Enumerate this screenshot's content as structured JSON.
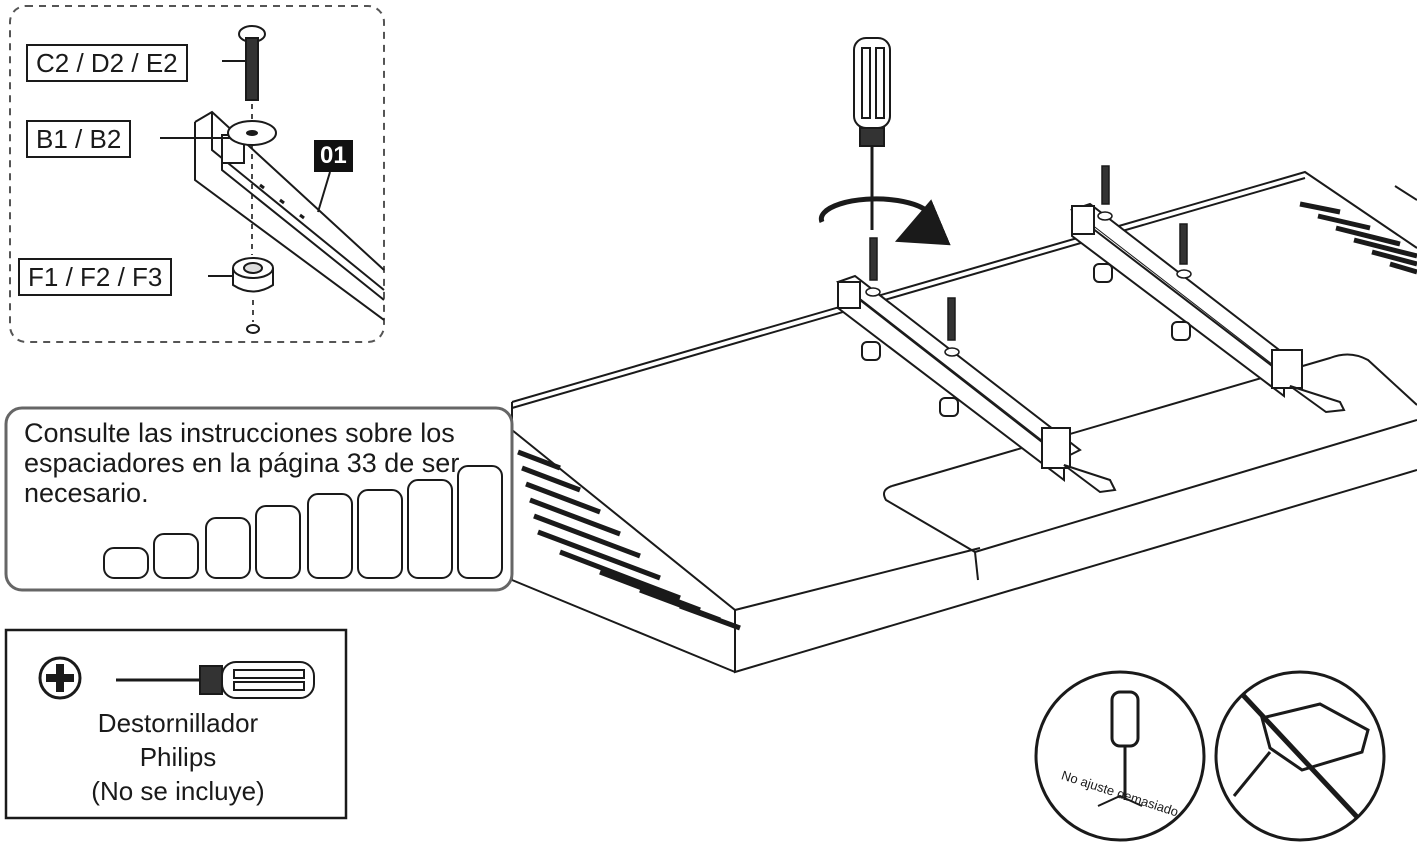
{
  "detail": {
    "screw_label": "C2 / D2 / E2",
    "washer_label": "B1 / B2",
    "spacer_label": "F1 / F2 / F3",
    "step_badge": "01"
  },
  "spacer_note": {
    "text": "Consulte las instrucciones sobre los espaciadores en la página 33 de ser necesario."
  },
  "tool": {
    "line1": "Destornillador",
    "line2": "Philips",
    "line3": "(No se incluye)"
  },
  "warning": {
    "text": "No ajuste demasiado"
  },
  "colors": {
    "line": "#1a1a1a",
    "background": "#ffffff",
    "badge": "#111111"
  },
  "icons": [
    "phillips-plus-icon",
    "screwdriver-icon",
    "rotate-arrow-icon",
    "no-power-drill-icon"
  ]
}
